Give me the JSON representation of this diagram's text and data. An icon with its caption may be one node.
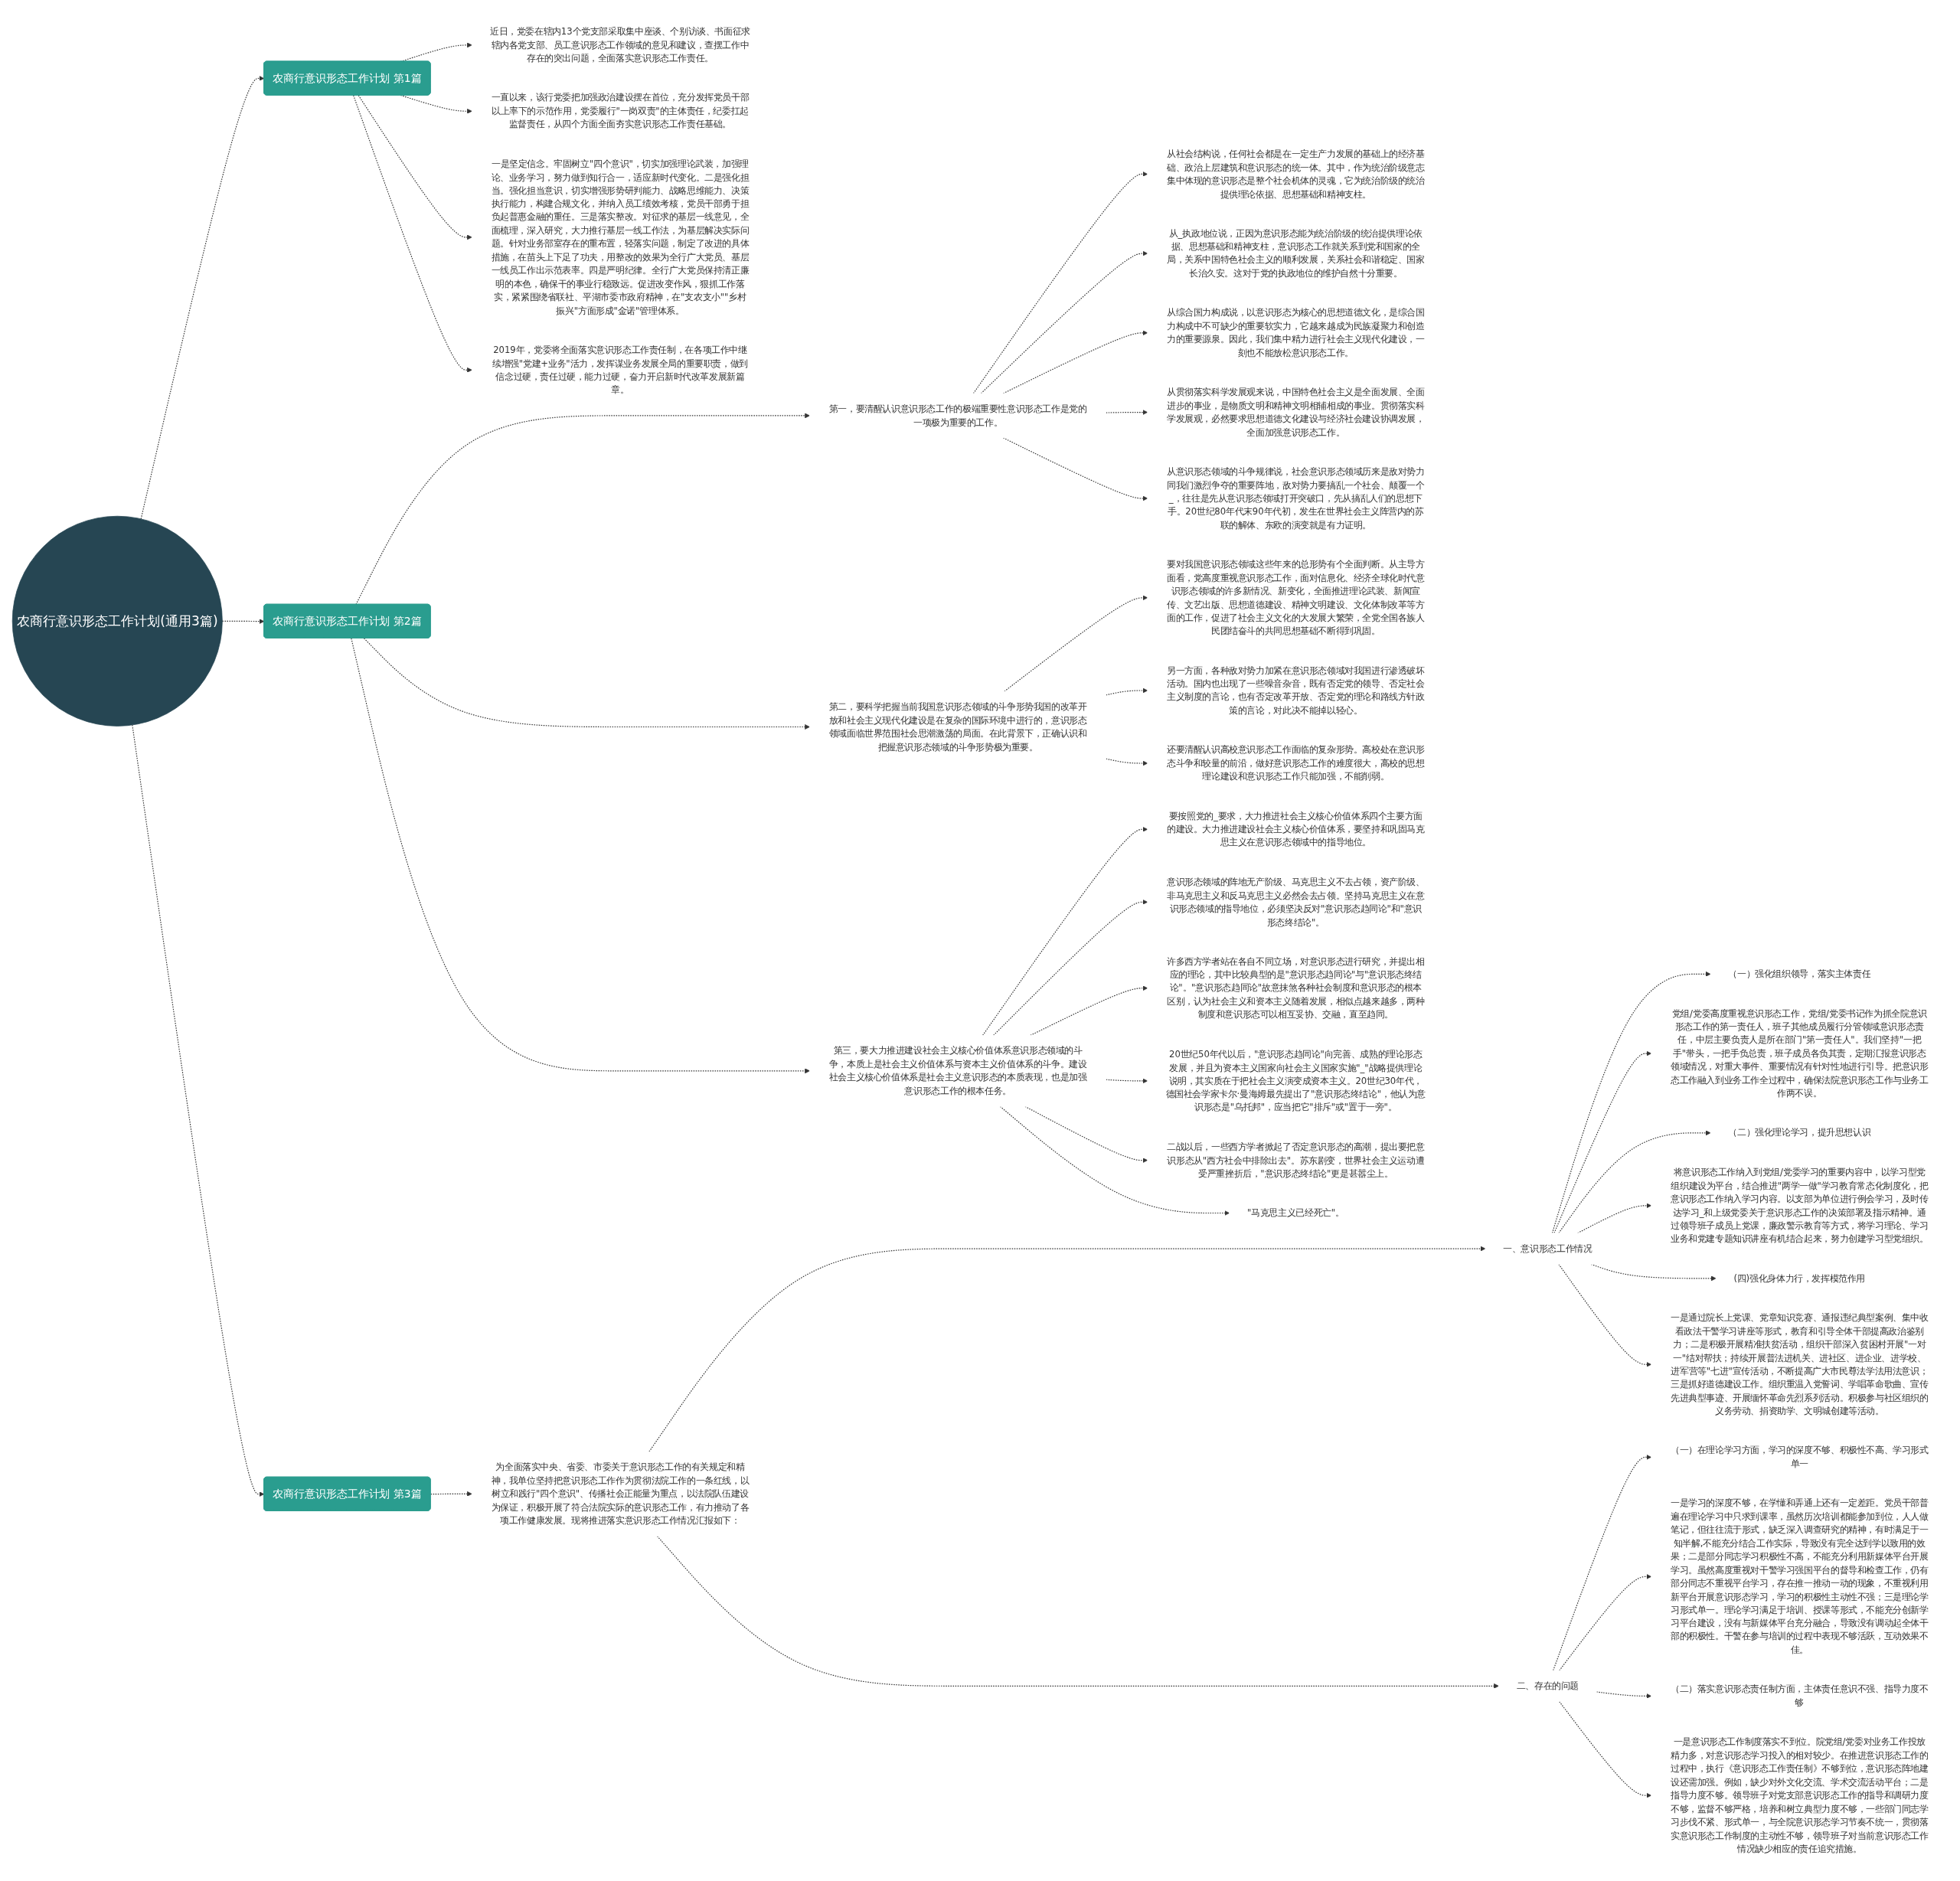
{
  "diagram": {
    "nodes": [
      {
        "text": [
          "农商行意识形态工作计划(通用3篇)"
        ]
      },
      {
        "text": [
          "农商行意识形态工作计划 第1篇"
        ]
      },
      {
        "text": [
          "近日，党委在辖内13个党支部采取集中座谈、个别访谈、书面征求辖内各党支部、员工意识形态工作领域的意见和建议，查摆工作中存在的突出问题，全面落实意识形态工作责任。"
        ]
      },
      {
        "text": [
          "一直以来，该行党委把加强政治建设摆在首位，充分发挥党员干部以上率下的示范作用，党委履行\"一岗双责\"的主体责任，纪委扛起监督责任，从四个方面全面夯实意识形态工作责任基础。"
        ]
      },
      {
        "text": [
          "一是坚定信念。牢固树立\"四个意识\"，切实加强理论武装，加强理论、业务学习，努力做到知行合一，适应新时代变化。二是强化担当。强化担当意识，切实增强形势研判能力、战略思维能力、决策执行能力，构建合规文化，并纳入员工绩效考核，党员干部勇于担负起普惠金融的重任。三是落实整改。对征求的基层一线意见，全面梳理，深入研究，大力推行基层一线工作法，为基层解决实际问题。针对业务部室存在的重布置，轻落实问题，制定了改进的具体措施，在苗头上下足了功夫，用整改的效果为全行广大党员、基层一线员工作出示范表率。四是严明纪律。全行广大党员保持清正廉明的本色，确保干的事业行稳致远。促进改变作风，狠抓工作落实，紧紧围绕省联社、平湖市委市政府精神，在\"支农支小\"\"乡村振兴\"方面形成\"金诺\"管理体系。"
        ]
      },
      {
        "text": [
          "2019年，党委将全面落实意识形态工作责任制，在各项工作中继续增强\"党建+业务\"活力，发挥谋业务发展全局的重要职责，做到信念过硬，责任过硬，能力过硬，奋力开启新时代改革发展新篇章。"
        ]
      },
      {
        "text": [
          "农商行意识形态工作计划 第2篇"
        ]
      },
      {
        "text": [
          "第一，要清醒认识意识形态工作的极端重要性意识形态工作是党的一项极为重要的工作。"
        ]
      },
      {
        "text": [
          "从社会结构说，任何社会都是在一定生产力发展的基础上的经济基础、政治上层建筑和意识形态的统一体。其中，作为统治阶级意志集中体现的意识形态是整个社会机体的灵魂，它为统治阶级的统治提供理论依据、思想基础和精神支柱。"
        ]
      },
      {
        "text": [
          "从_执政地位说，正因为意识形态能为统治阶级的统治提供理论依据、思想基础和精神支柱，意识形态工作就关系到党和国家的全局，关系中国特色社会主义的顺利发展，关系社会和谐稳定、国家长治久安。这对于党的执政地位的维护自然十分重要。"
        ]
      },
      {
        "text": [
          "从综合国力构成说，以意识形态为核心的思想道德文化，是综合国力构成中不可缺少的重要软实力，它越来越成为民族凝聚力和创造力的重要源泉。因此，我们集中精力进行社会主义现代化建设，一刻也不能放松意识形态工作。"
        ]
      },
      {
        "text": [
          "从贯彻落实科学发展观来说，中国特色社会主义是全面发展、全面进步的事业，是物质文明和精神文明相辅相成的事业。贯彻落实科学发展观，必然要求思想道德文化建设与经济社会建设协调发展，全面加强意识形态工作。"
        ]
      },
      {
        "text": [
          "从意识形态领域的斗争规律说，社会意识形态领域历来是敌对势力同我们激烈争夺的重要阵地，敌对势力要搞乱一个社会、颠覆一个_，往往是先从意识形态领域打开突破口，先从搞乱人们的思想下手。20世纪80年代末90年代初，发生在世界社会主义阵营内的苏联的解体、东欧的演变就是有力证明。"
        ]
      },
      {
        "text": [
          "第二，要科学把握当前我国意识形态领域的斗争形势我国的改革开放和社会主义现代化建设是在复杂的国际环境中进行的，意识形态领域面临世界范围社会思潮激荡的局面。在此背景下，正确认识和把握意识形态领域的斗争形势极为重要。"
        ]
      },
      {
        "text": [
          "要对我国意识形态领域这些年来的总形势有个全面判断。从主导方面看，党高度重视意识形态工作，面对信息化、经济全球化时代意识形态领域的许多新情况、新变化，全面推进理论武装、新闻宣传、文艺出版、思想道德建设、精神文明建设、文化体制改革等方面的工作，促进了社会主义文化的大发展大繁荣，全党全国各族人民团结奋斗的共同思想基础不断得到巩固。"
        ]
      },
      {
        "text": [
          "另一方面，各种敌对势力加紧在意识形态领域对我国进行渗透破坏活动。国内也出现了一些噪音杂音，既有否定党的领导、否定社会主义制度的言论，也有否定改革开放、否定党的理论和路线方针政策的言论，对此决不能掉以轻心。"
        ]
      },
      {
        "text": [
          "还要清醒认识高校意识形态工作面临的复杂形势。高校处在意识形态斗争和较量的前沿，做好意识形态工作的难度很大，高校的思想理论建设和意识形态工作只能加强，不能削弱。"
        ]
      },
      {
        "text": [
          "第三，要大力推进建设社会主义核心价值体系意识形态领域的斗争，本质上是社会主义价值体系与资本主义价值体系的斗争。建设社会主义核心价值体系是社会主义意识形态的本质表现，也是加强意识形态工作的根本任务。"
        ]
      },
      {
        "text": [
          "要按照党的_要求，大力推进社会主义核心价值体系四个主要方面的建设。大力推进建设社会主义核心价值体系，要坚持和巩固马克思主义在意识形态领域中的指导地位。"
        ]
      },
      {
        "text": [
          "意识形态领域的阵地无产阶级、马克思主义不去占领，资产阶级、非马克思主义和反马克思主义必然会去占领。坚持马克思主义在意识形态领域的指导地位，必须坚决反对\"意识形态趋同论\"和\"意识形态终结论\"。"
        ]
      },
      {
        "text": [
          "许多西方学者站在各自不同立场，对意识形态进行研究，并提出相应的理论，其中比较典型的是\"意识形态趋同论\"与\"意识形态终结论\"。\"意识形态趋同论\"故意抹煞各种社会制度和意识形态的根本区别，认为社会主义和资本主义随着发展，相似点越来越多，两种制度和意识形态可以相互妥协、交融，直至趋同。"
        ]
      },
      {
        "text": [
          "20世纪50年代以后，\"意识形态趋同论\"向完善、成熟的理论形态发展，并且为资本主义国家向社会主义国家实施\"_\"战略提供理论说明，其实质在于把社会主义演变成资本主义。20世纪30年代，德国社会学家卡尔·曼海姆最先提出了\"意识形态终结论\"，他认为意识形态是\"乌托邦\"，应当把它\"排斥\"或\"置于一旁\"。"
        ]
      },
      {
        "text": [
          "二战以后，一些西方学者掀起了否定意识形态的高潮，提出要把意识形态从\"西方社会中排除出去\"。苏东剧变，世界社会主义运动遭受严重挫折后，\"意识形态终结论\"更是甚嚣尘上。"
        ]
      },
      {
        "text": [
          "\"马克思主义已经死亡\"。"
        ]
      },
      {
        "text": [
          "农商行意识形态工作计划 第3篇"
        ]
      },
      {
        "text": [
          "为全面落实中央、省委、市委关于意识形态工作的有关规定和精神，我单位坚持把意识形态工作作为贯彻法院工作的一条红线，以树立和践行\"四个意识\"、传播社会正能量为重点，以法院队伍建设为保证，积极开展了符合法院实际的意识形态工作，有力推动了各项工作健康发展。现将推进落实意识形态工作情况汇报如下："
        ]
      },
      {
        "text": [
          "一、意识形态工作情况"
        ]
      },
      {
        "text": [
          "（一）强化组织领导，落实主体责任"
        ]
      },
      {
        "text": [
          "党组/党委高度重视意识形态工作，党组/党委书记作为抓全院意识形态工作的第一责任人，班子其他成员履行分管领域意识形态责任，中层主要负责人是所在部门\"第一责任人\"。我们坚持\"一把手\"带头，一把手负总责，班子成员各负其责，定期汇报意识形态领域情况，对重大事件、重要情况有针对性地进行引导。把意识形态工作融入到业务工作全过程中，确保法院意识形态工作与业务工作两不误。"
        ]
      },
      {
        "text": [
          "（二）强化理论学习，提升思想认识"
        ]
      },
      {
        "text": [
          "将意识形态工作纳入到党组/党委学习的重要内容中，以学习型党组织建设为平台，结合推进\"两学一做\"学习教育常态化制度化，把意识形态工作纳入学习内容。以支部为单位进行例会学习，及时传达学习_和上级党委关于意识形态工作的决策部署及指示精神。通过领导班子成员上党课，廉政警示教育等方式，将学习理论、学习业务和党建专题知识讲座有机结合起来，努力创建学习型党组织。"
        ]
      },
      {
        "text": [
          "(四)强化身体力行，发挥模范作用"
        ]
      },
      {
        "text": [
          "一是通过院长上党课、党章知识竞赛、通报违纪典型案例、集中收看政法干警学习讲座等形式，教育和引导全体干部提高政治鉴别力；二是积极开展精准扶贫活动，组织干部深入贫困村开展\"一对一\"结对帮扶；持续开展普法进机关、进社区、进企业、进学校、进军营等\"七进\"宣传活动，不断提高广大市民尊法学法用法意识；三是抓好道德建设工作。组织重温入党誓词、学唱革命歌曲、宣传先进典型事迹、开展缅怀革命先烈系列活动。积极参与社区组织的义务劳动、捐资助学、文明城创建等活动。"
        ]
      },
      {
        "text": [
          "二、存在的问题"
        ]
      },
      {
        "text": [
          "（一）在理论学习方面，学习的深度不够、积极性不高、学习形式单一"
        ]
      },
      {
        "text": [
          "一是学习的深度不够，在学懂和弄通上还有一定差距。党员干部普遍在理论学习中只求到课率，虽然历次培训都能参加到位，人人做笔记，但往往流于形式，缺乏深入调查研究的精神，有时满足于一知半解,不能充分结合工作实际，导致没有完全达到学以致用的效果；二是部分同志学习积极性不高，不能充分利用新媒体平台开展学习。虽然高度重视对干警学习强国平台的督导和检查工作，仍有部分同志不重视平台学习，存在推一推动一动的现象，不重视利用新平台开展意识形态学习，学习的积极性主动性不强；三是理论学习形式单一。理论学习满足于培训、授课等形式，不能充分创新学习平台建设，没有与新媒体平台充分融合，导致没有调动起全体干部的积极性。干警在参与培训的过程中表现不够活跃，互动效果不佳。"
        ]
      },
      {
        "text": [
          "（二）落实意识形态责任制方面，主体责任意识不强、指导力度不够"
        ]
      },
      {
        "text": [
          "一是意识形态工作制度落实不到位。院党组/党委对业务工作投放精力多，对意识形态学习投入的相对较少。在推进意识形态工作的过程中，执行《意识形态工作责任制》不够到位，意识形态阵地建设还需加强。例如，缺少对外文化交流、学术交流活动平台；二是指导力度不够。领导班子对党支部意识形态工作的指导和调研力度不够，监督不够严格，培养和树立典型力度不够，一些部门同志学习步伐不紧、形式单一，与全院意识形态学习节奏不统一，贯彻落实意识形态工作制度的主动性不够，领导班子对当前意识形态工作情况缺少相应的责任追究措施。"
        ]
      }
    ],
    "edges": [
      {
        "from": 0,
        "to": 1,
        "arrow": "to",
        "style": "dashed"
      },
      {
        "from": 1,
        "to": 2,
        "arrow": "to",
        "style": "dashed"
      },
      {
        "from": 1,
        "to": 3,
        "arrow": "to",
        "style": "dashed"
      },
      {
        "from": 1,
        "to": 4,
        "arrow": "to",
        "style": "dashed"
      },
      {
        "from": 1,
        "to": 5,
        "arrow": "to",
        "style": "dashed"
      },
      {
        "from": 0,
        "to": 6,
        "arrow": "to",
        "style": "dashed"
      },
      {
        "from": 6,
        "to": 7,
        "arrow": "to",
        "style": "dashed"
      },
      {
        "from": 7,
        "to": 8,
        "arrow": "to",
        "style": "dashed"
      },
      {
        "from": 7,
        "to": 9,
        "arrow": "to",
        "style": "dashed"
      },
      {
        "from": 7,
        "to": 10,
        "arrow": "to",
        "style": "dashed"
      },
      {
        "from": 7,
        "to": 11,
        "arrow": "to",
        "style": "dashed"
      },
      {
        "from": 7,
        "to": 12,
        "arrow": "to",
        "style": "dashed"
      },
      {
        "from": 6,
        "to": 13,
        "arrow": "to",
        "style": "dashed"
      },
      {
        "from": 13,
        "to": 14,
        "arrow": "to",
        "style": "dashed"
      },
      {
        "from": 13,
        "to": 15,
        "arrow": "to",
        "style": "dashed"
      },
      {
        "from": 13,
        "to": 16,
        "arrow": "to",
        "style": "dashed"
      },
      {
        "from": 6,
        "to": 17,
        "arrow": "to",
        "style": "dashed"
      },
      {
        "from": 17,
        "to": 18,
        "arrow": "to",
        "style": "dashed"
      },
      {
        "from": 17,
        "to": 19,
        "arrow": "to",
        "style": "dashed"
      },
      {
        "from": 17,
        "to": 20,
        "arrow": "to",
        "style": "dashed"
      },
      {
        "from": 17,
        "to": 21,
        "arrow": "to",
        "style": "dashed"
      },
      {
        "from": 17,
        "to": 22,
        "arrow": "to",
        "style": "dashed"
      },
      {
        "from": 17,
        "to": 23,
        "arrow": "to",
        "style": "dashed"
      },
      {
        "from": 0,
        "to": 24,
        "arrow": "to",
        "style": "dashed"
      },
      {
        "from": 24,
        "to": 25,
        "arrow": "to",
        "style": "dashed"
      },
      {
        "from": 25,
        "to": 26,
        "arrow": "to",
        "style": "dashed"
      },
      {
        "from": 26,
        "to": 27,
        "arrow": "to",
        "style": "dashed"
      },
      {
        "from": 26,
        "to": 28,
        "arrow": "to",
        "style": "dashed"
      },
      {
        "from": 26,
        "to": 29,
        "arrow": "to",
        "style": "dashed"
      },
      {
        "from": 26,
        "to": 30,
        "arrow": "to",
        "style": "dashed"
      },
      {
        "from": 26,
        "to": 31,
        "arrow": "to",
        "style": "dashed"
      },
      {
        "from": 26,
        "to": 32,
        "arrow": "to",
        "style": "dashed"
      },
      {
        "from": 25,
        "to": 33,
        "arrow": "to",
        "style": "dashed"
      },
      {
        "from": 33,
        "to": 34,
        "arrow": "to",
        "style": "dashed"
      },
      {
        "from": 33,
        "to": 35,
        "arrow": "to",
        "style": "dashed"
      },
      {
        "from": 33,
        "to": 36,
        "arrow": "to",
        "style": "dashed"
      },
      {
        "from": 33,
        "to": 37,
        "arrow": "to",
        "style": "dashed"
      }
    ]
  }
}
